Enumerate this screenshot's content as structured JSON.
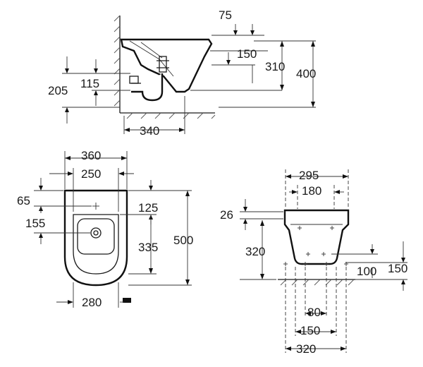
{
  "side_view": {
    "d75": "75",
    "d150": "150",
    "d310": "310",
    "d400": "400",
    "d205": "205",
    "d115": "115",
    "d340": "340"
  },
  "top_view": {
    "d360": "360",
    "d250": "250",
    "d65": "65",
    "d125": "125",
    "d155": "155",
    "d335": "335",
    "d500": "500",
    "d280": "280"
  },
  "front_view": {
    "d295": "295",
    "d180": "180",
    "d26": "26",
    "d320v": "320",
    "d100": "100",
    "d150v": "150",
    "d80": "80",
    "d150h": "150",
    "d320h": "320"
  }
}
